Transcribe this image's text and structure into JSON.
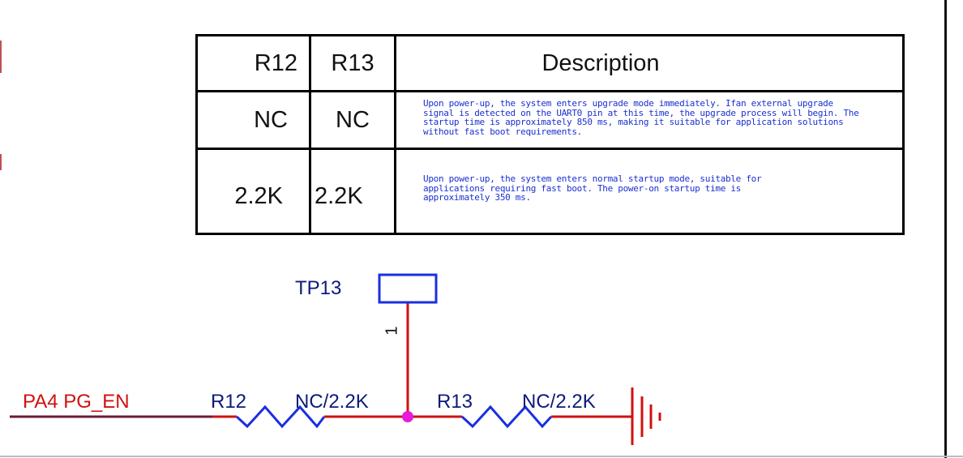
{
  "table": {
    "headers": [
      "R12",
      "R13",
      "Description"
    ],
    "rows": [
      {
        "r12": "NC",
        "r13": "NC",
        "description": "Upon power-up, the system enters upgrade mode immediately. Ifan external upgrade signal is detected on the UART0 pin at this time, the upgrade process will begin. The startup time is approximately 850 ms, making it suitable for application solutions without fast boot requirements."
      },
      {
        "r12": "2.2K",
        "r13": "2.2K",
        "description": "Upon power-up, the system enters normal startup mode, suitable for applications requiring fast boot. The power-on startup time is approximately 350 ms."
      }
    ]
  },
  "schematic": {
    "net_label": "PA4 PG_EN",
    "test_point": "TP13",
    "pin_number": "1",
    "resistors": [
      {
        "ref": "R12",
        "value": "NC/2.2K"
      },
      {
        "ref": "R13",
        "value": "NC/2.2K"
      }
    ],
    "colors": {
      "wire": "#d01010",
      "component": "#1a2fe0",
      "junction": "#e81ad8",
      "label": "#0d1a7a"
    }
  }
}
